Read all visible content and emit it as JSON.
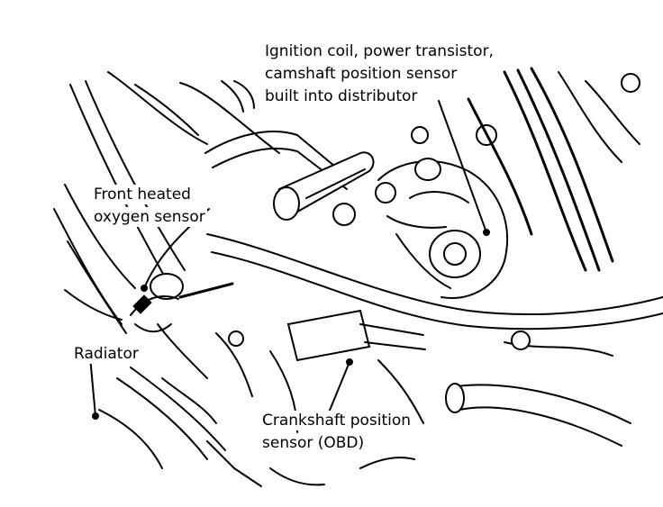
{
  "labels": {
    "ignition_line1": "Ignition coil, power transistor,",
    "ignition_line2": "camshaft position sensor",
    "ignition_line3": "built into distributor",
    "front_o2_line1": "Front heated",
    "front_o2_line2": "oxygen sensor",
    "radiator": "Radiator",
    "crank_line1": "Crankshaft position",
    "crank_line2": "sensor (OBD)"
  }
}
